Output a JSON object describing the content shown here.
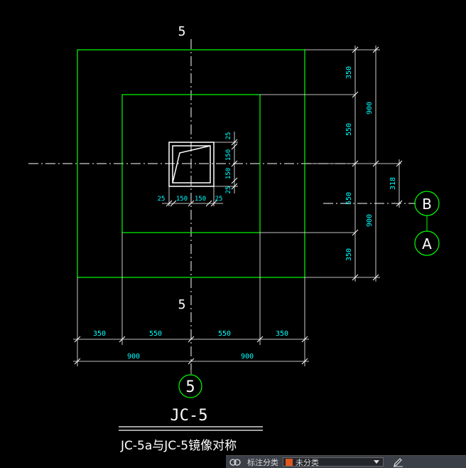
{
  "colors": {
    "background": "#000000",
    "outline": "#00ff00",
    "centerline": "#ffffff",
    "dimension": "#00ffff",
    "text": "#ffffff",
    "axis_bubble": "#00ff00",
    "layer_swatch": "#e3561e"
  },
  "drawing": {
    "axis_label_top": "5",
    "axis_label_mid": "5",
    "axis_bubble_bottom": "5",
    "axis_bubble_right_upper": "B",
    "axis_bubble_right_lower": "A",
    "title": "JC-5",
    "note": "JC-5a与JC-5镜像对称",
    "right_dims": [
      "350",
      "550",
      "550",
      "350"
    ],
    "right_totals": [
      "900",
      "900"
    ],
    "right_offset": "318",
    "bottom_dims": [
      "350",
      "550",
      "550",
      "350"
    ],
    "bottom_totals": [
      "900",
      "900"
    ],
    "col_vertical_dims": [
      "25",
      "150",
      "150",
      "25"
    ],
    "col_horizontal_dims": [
      "25",
      "150",
      "150",
      "25"
    ]
  },
  "statusbar": {
    "label": "标注分类",
    "select_value": "未分类",
    "icons": [
      "layers-icon",
      "edit-icon"
    ]
  }
}
